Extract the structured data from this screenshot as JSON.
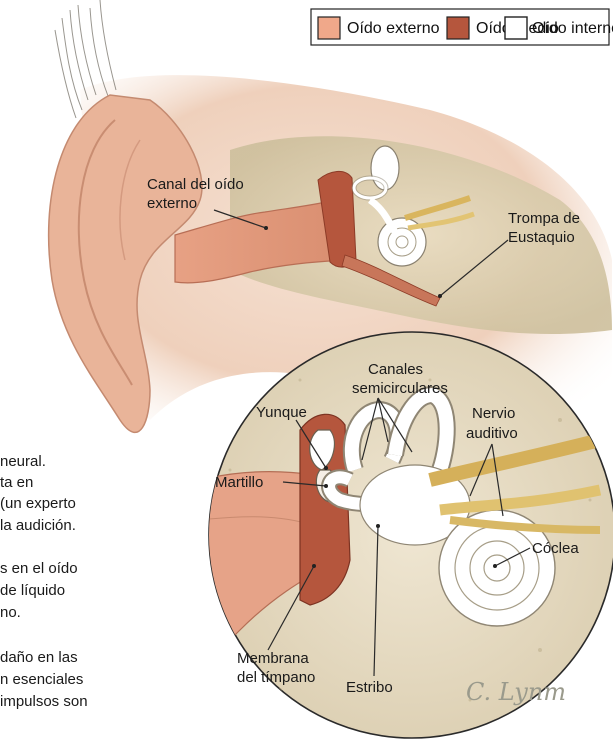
{
  "legend": {
    "items": [
      {
        "label": "Oído externo",
        "color": "#f0a88a"
      },
      {
        "label": "Oído medio",
        "color": "#b5563d"
      },
      {
        "label": "Oído interno",
        "color": "#ffffff"
      }
    ]
  },
  "labels": {
    "canal_line1": "Canal del oído",
    "canal_line2": "externo",
    "trompa_line1": "Trompa de",
    "trompa_line2": "Eustaquio",
    "canales_line1": "Canales",
    "canales_line2": "semicirculares",
    "yunque": "Yunque",
    "nervio_line1": "Nervio",
    "nervio_line2": "auditivo",
    "martillo": "Martillo",
    "coclea": "Cóclea",
    "membrana_line1": "Membrana",
    "membrana_line2": "del tímpano",
    "estribo": "Estribo"
  },
  "signature": "C. Lynm",
  "body_text": {
    "line1": "neural.",
    "line2": "ta en",
    "line3": "(un experto",
    "line4": "la audición.",
    "line5": "s en el oído",
    "line6": "de líquido",
    "line7": "no.",
    "line8": "daño en las",
    "line9": "n esenciales",
    "line10": "impulsos son"
  }
}
